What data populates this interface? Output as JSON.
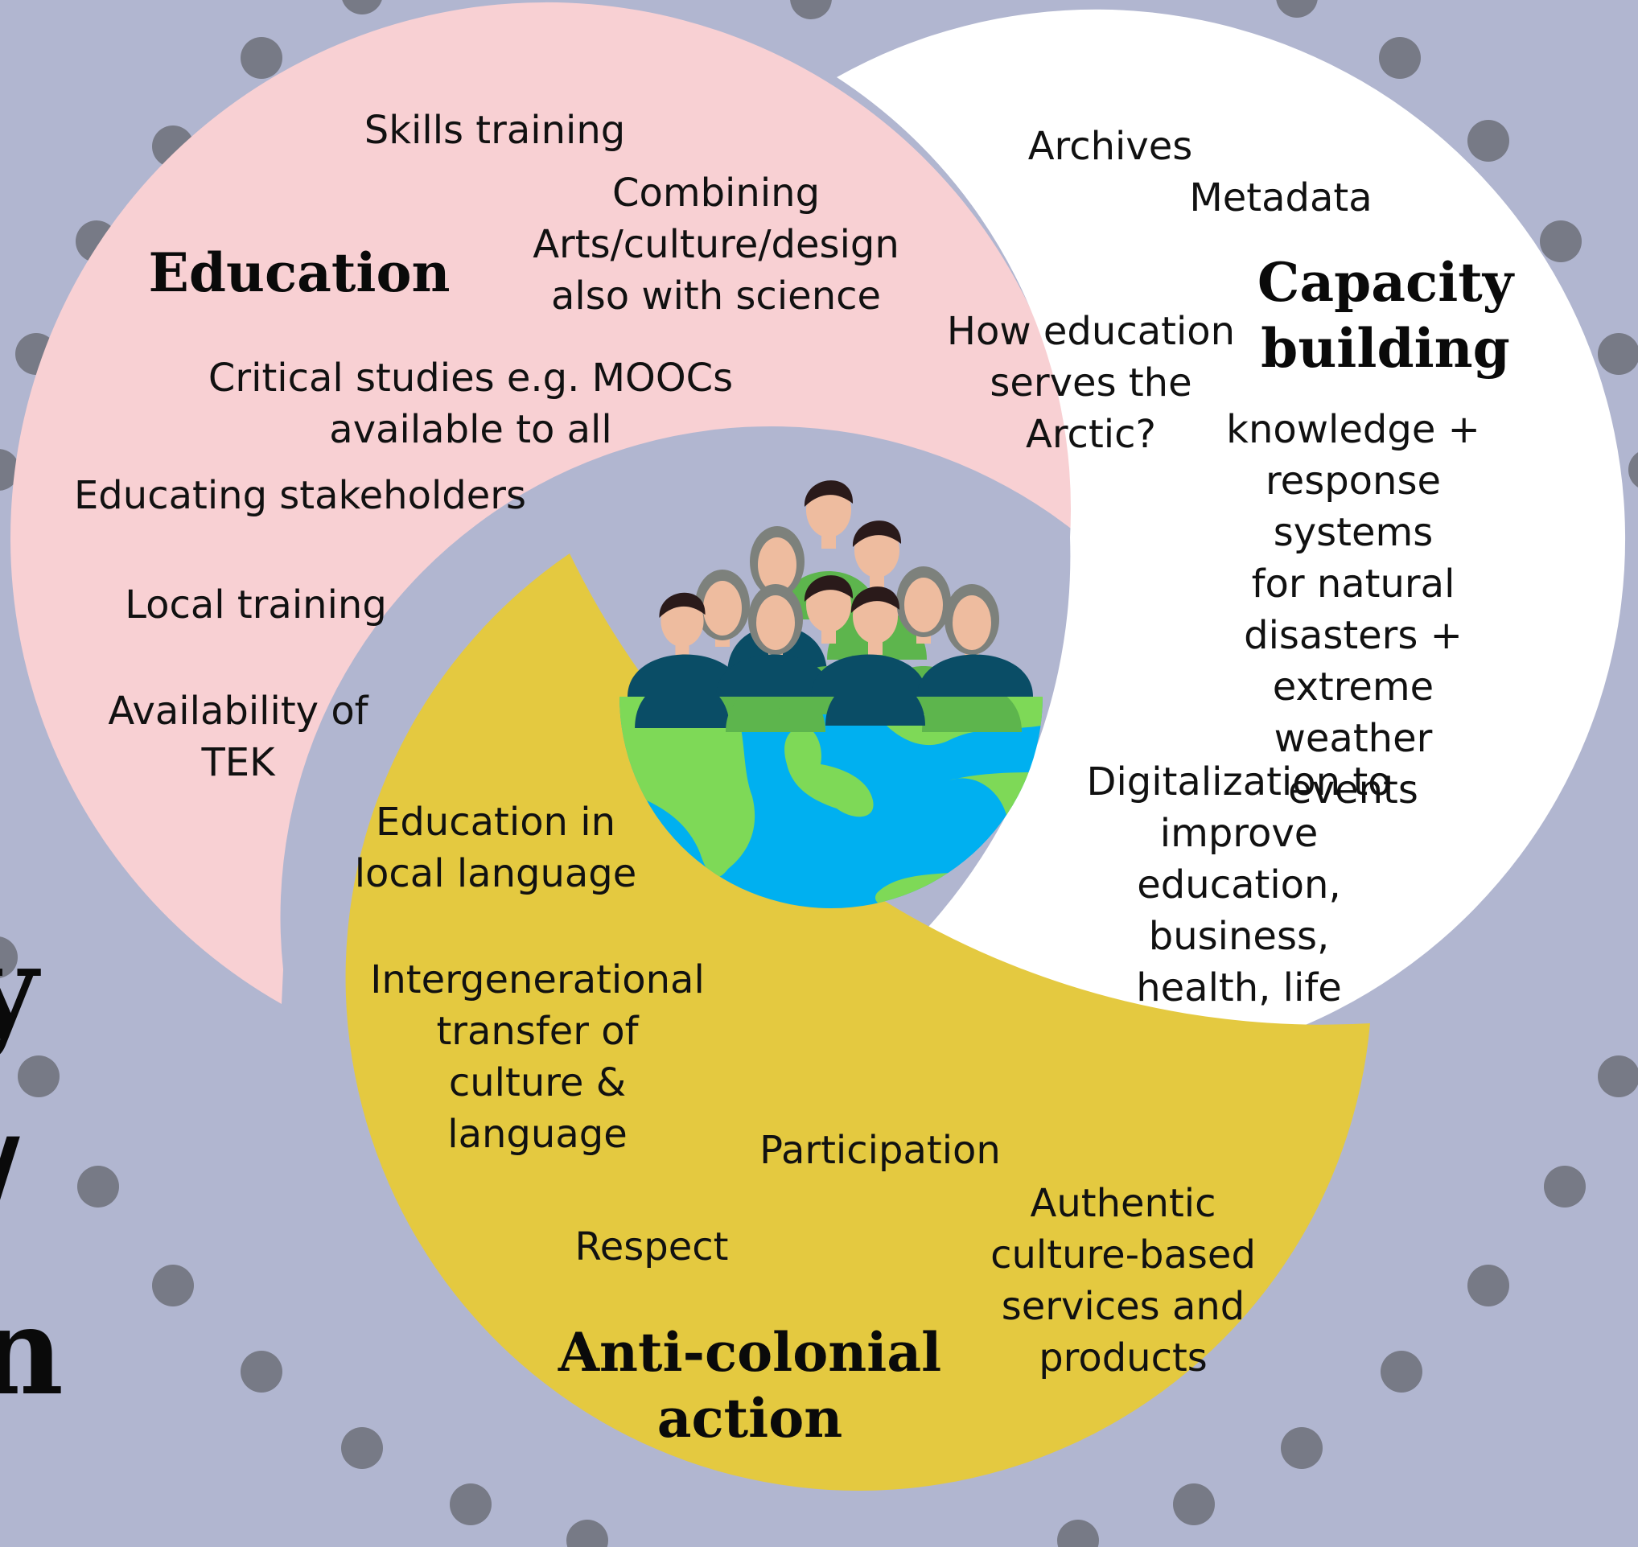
{
  "colors": {
    "background": "#b1b6d0",
    "dot": "#777a86",
    "education_fill": "#f8d0d3",
    "capacity_fill": "#ffffff",
    "anticolonial_fill": "#e4c940",
    "skin": "#eebc9f",
    "hair": "#2a1a1a",
    "shirt_dark": "#0a4d66",
    "shirt_green": "#5db54d",
    "veil_gray": "#7d817c",
    "ocean": "#00b0f0",
    "land": "#7ed957"
  },
  "left_edge_text": {
    "line1": "y",
    "line2": "/",
    "line3": "n"
  },
  "center_icon": "community-globe-icon",
  "sections": {
    "education": {
      "heading": "Education",
      "items": [
        "Skills training",
        "Combining\nArts/culture/design\nalso with science",
        "Critical studies e.g. MOOCs\navailable to all",
        "Educating stakeholders",
        "Local training",
        "Availability of\nTEK"
      ]
    },
    "capacity_building": {
      "heading": "Capacity\nbuilding",
      "items": [
        "Archives",
        "Metadata",
        "How education\nserves the\nArctic?",
        "knowledge +\nresponse systems\nfor natural\ndisasters +\nextreme weather\nevents",
        "Digitalization to\nimprove\neducation,\nbusiness,\nhealth, life"
      ]
    },
    "anti_colonial_action": {
      "heading": "Anti-colonial\naction",
      "items": [
        "Education in\nlocal language",
        "Intergenerational\ntransfer of\nculture &\nlanguage",
        "Participation",
        "Respect",
        "Authentic\nculture-based\nservices and\nproducts"
      ]
    }
  }
}
